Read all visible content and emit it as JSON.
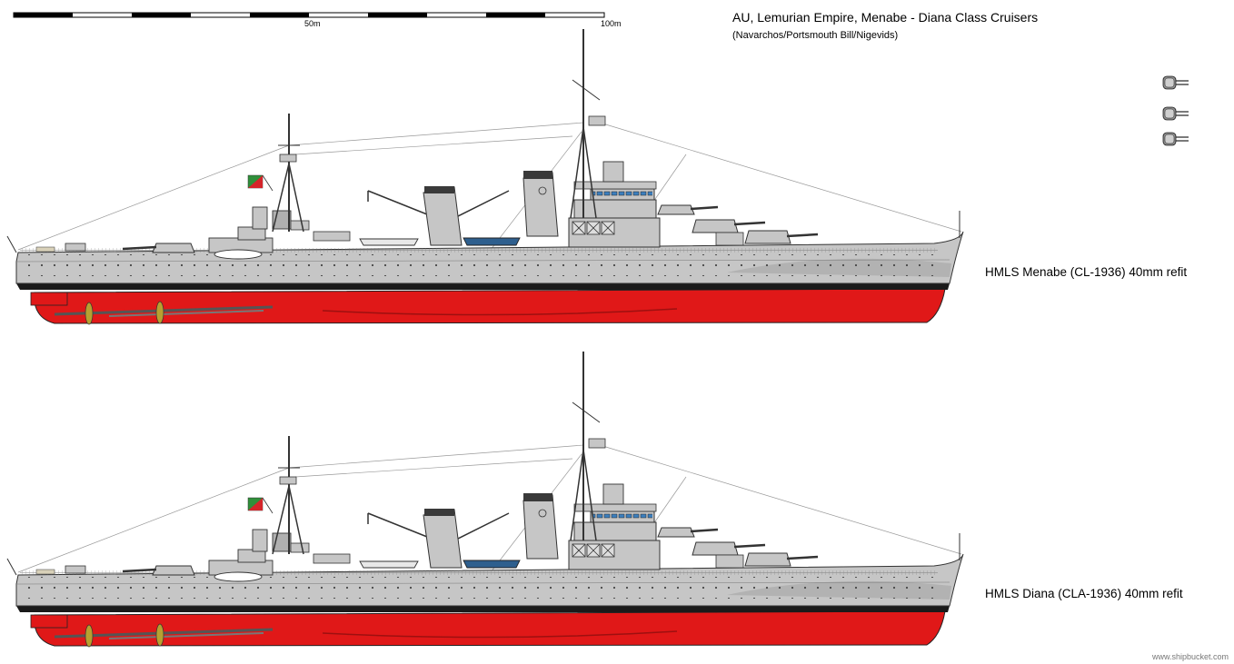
{
  "header": {
    "title": "AU, Lemurian Empire, Menabe - Diana Class Cruisers",
    "subtitle": "(Navarchos/Portsmouth Bill/Nigevids)"
  },
  "scale": {
    "label_mid": "50m",
    "label_end": "100m"
  },
  "ships": [
    {
      "label": "HMLS Menabe (CL-1936) 40mm refit"
    },
    {
      "label": "HMLS Diana (CLA-1936) 40mm refit"
    }
  ],
  "footer": {
    "credit": "www.shipbucket.com"
  },
  "colors": {
    "hull_grey": "#c6c6c6",
    "hull_dark": "#9a9a9a",
    "boot_top": "#1a1a1a",
    "hull_red": "#e01818",
    "deck_wood": "#d8d0b8",
    "window_blue": "#3c7fbe",
    "boat_blue": "#2e5f8e",
    "flag_green": "#2f8f3a",
    "flag_red": "#d4242a"
  }
}
